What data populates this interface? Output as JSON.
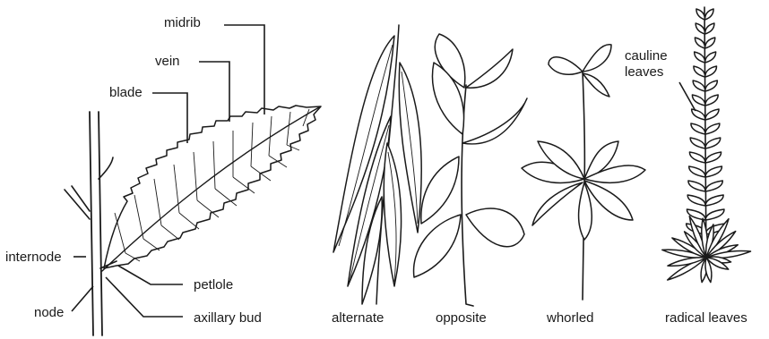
{
  "labels": {
    "midrib": "midrib",
    "vein": "vein",
    "blade": "blade",
    "internode": "internode",
    "petiole": "petlole",
    "node": "node",
    "axillary_bud": "axillary bud",
    "alternate": "alternate",
    "opposite": "opposite",
    "whorled": "whorled",
    "cauline": "cauline leaves",
    "radical": "radical leaves"
  },
  "colors": {
    "ink": "#1a1a1a",
    "background": "#ffffff"
  }
}
